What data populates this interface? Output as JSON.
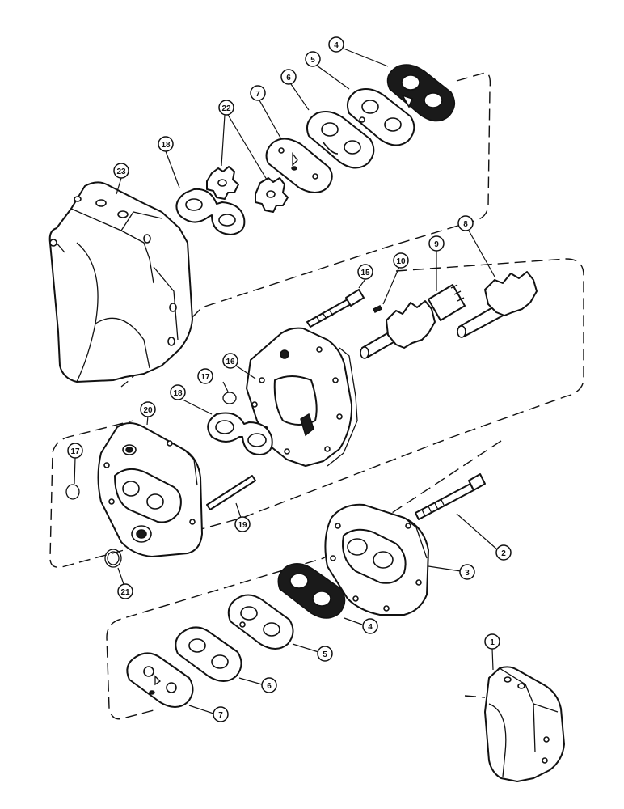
{
  "diagram": {
    "callouts": [
      {
        "id": "c23",
        "label": "23"
      },
      {
        "id": "c18a",
        "label": "18"
      },
      {
        "id": "c22",
        "label": "22"
      },
      {
        "id": "c7a",
        "label": "7"
      },
      {
        "id": "c6a",
        "label": "6"
      },
      {
        "id": "c5a",
        "label": "5"
      },
      {
        "id": "c4a",
        "label": "4"
      },
      {
        "id": "c15",
        "label": "15"
      },
      {
        "id": "c10",
        "label": "10"
      },
      {
        "id": "c9",
        "label": "9"
      },
      {
        "id": "c8",
        "label": "8"
      },
      {
        "id": "c16",
        "label": "16"
      },
      {
        "id": "c17a",
        "label": "17"
      },
      {
        "id": "c18b",
        "label": "18"
      },
      {
        "id": "c20",
        "label": "20"
      },
      {
        "id": "c17b",
        "label": "17"
      },
      {
        "id": "c19",
        "label": "19"
      },
      {
        "id": "c21",
        "label": "21"
      },
      {
        "id": "c2",
        "label": "2"
      },
      {
        "id": "c3",
        "label": "3"
      },
      {
        "id": "c4b",
        "label": "4"
      },
      {
        "id": "c5b",
        "label": "5"
      },
      {
        "id": "c6b",
        "label": "6"
      },
      {
        "id": "c7b",
        "label": "7"
      },
      {
        "id": "c1",
        "label": "1"
      }
    ]
  }
}
